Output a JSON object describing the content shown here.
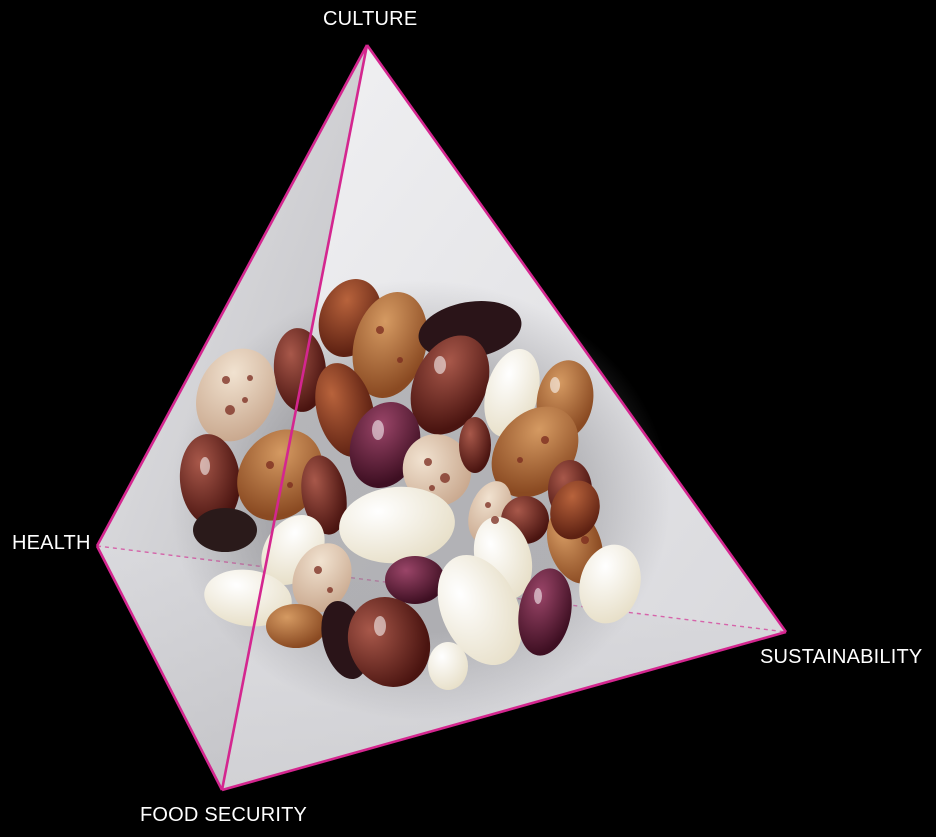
{
  "diagram": {
    "vertices": {
      "top": "CULTURE",
      "left": "HEALTH",
      "right": "SUSTAINABILITY",
      "bottom": "FOOD SECURITY"
    },
    "center_image": "pile-of-mixed-beans",
    "colors": {
      "background": "#000000",
      "edge": "#d4268f",
      "face_light": "#ececee",
      "face_shadow": "#b4b4b8"
    }
  }
}
